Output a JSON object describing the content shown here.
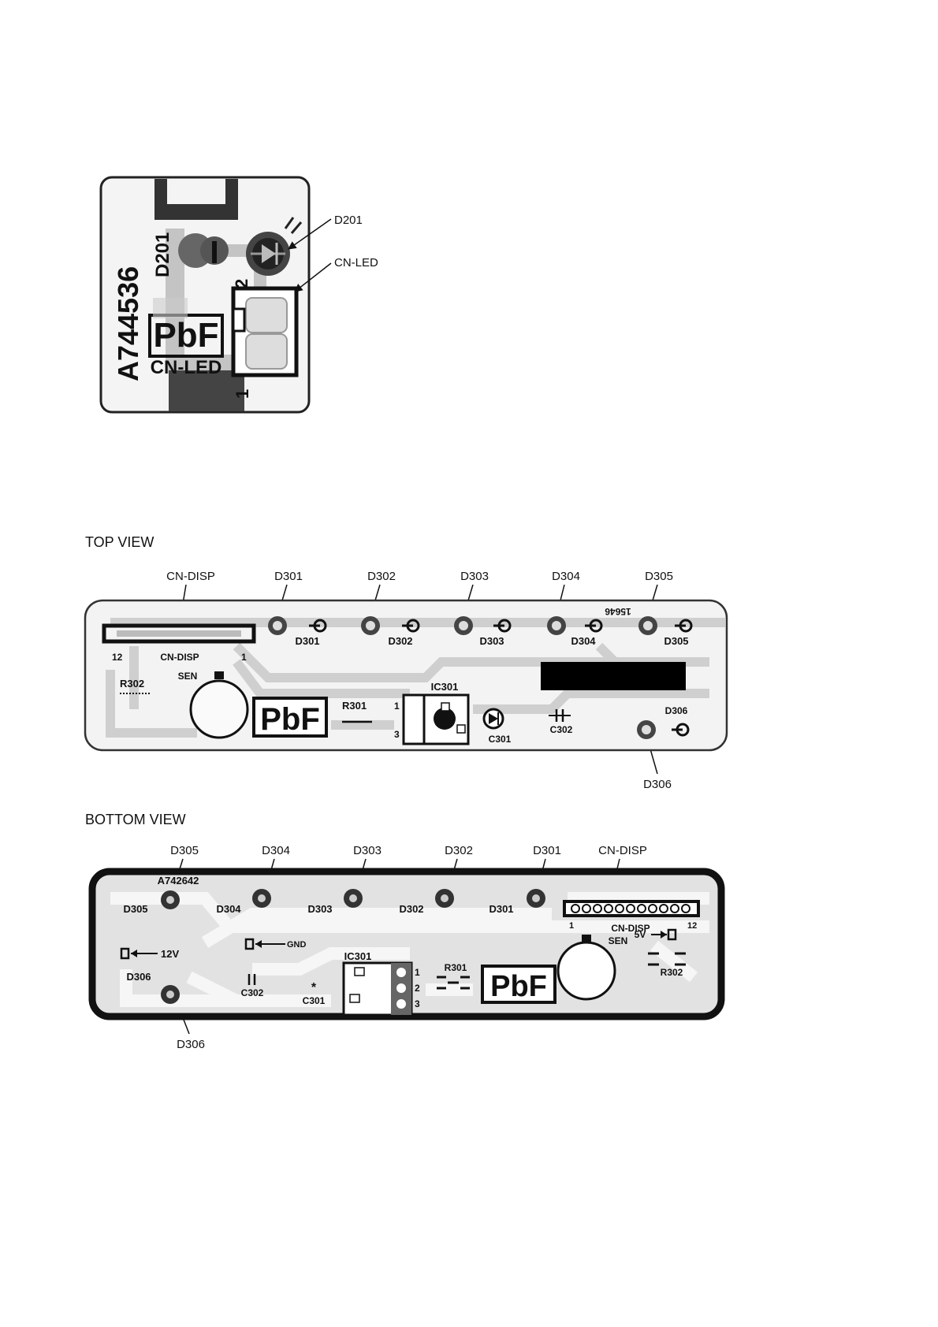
{
  "led_board": {
    "part_no": "A744536",
    "d201_silk": "D201",
    "pin2": "2",
    "pin1": "1",
    "pbf": "PbF",
    "cn_led_silk": "CN-LED",
    "callouts": {
      "d201": "D201",
      "cn_led": "CN-LED"
    }
  },
  "top_view": {
    "heading": "TOP VIEW",
    "callouts": [
      "CN-DISP",
      "D301",
      "D302",
      "D303",
      "D304",
      "D305"
    ],
    "callout_d306": "D306",
    "silk": {
      "leds": [
        "D301",
        "D302",
        "D303",
        "D304",
        "D305"
      ],
      "d306": "D306",
      "cn_disp": "CN-DISP",
      "pin12": "12",
      "pin1": "1",
      "r302": "R302",
      "sen": "SEN",
      "pbf": "PbF",
      "r301": "R301",
      "ic301": "IC301",
      "ic_pin1": "1",
      "ic_pin3": "3",
      "c301": "C301",
      "c302": "C302",
      "mirror_code": "15646"
    }
  },
  "bottom_view": {
    "heading": "BOTTOM VIEW",
    "callouts": [
      "D305",
      "D304",
      "D303",
      "D302",
      "D301",
      "CN-DISP"
    ],
    "callout_d306": "D306",
    "silk": {
      "leds": [
        "D305",
        "D304",
        "D303",
        "D302",
        "D301"
      ],
      "d306": "D306",
      "cn_disp": "CN-DISP",
      "pin1": "1",
      "pin12": "12",
      "v12": "12V",
      "gnd": "GND",
      "ic301": "IC301",
      "ic_pin1": "1",
      "ic_pin2": "2",
      "ic_pin3": "3",
      "r301": "R301",
      "pbf": "PbF",
      "sen": "SEN",
      "v5": "5V",
      "r302": "R302",
      "c302": "C302",
      "c301": "C301",
      "part_code": "A742642"
    }
  }
}
